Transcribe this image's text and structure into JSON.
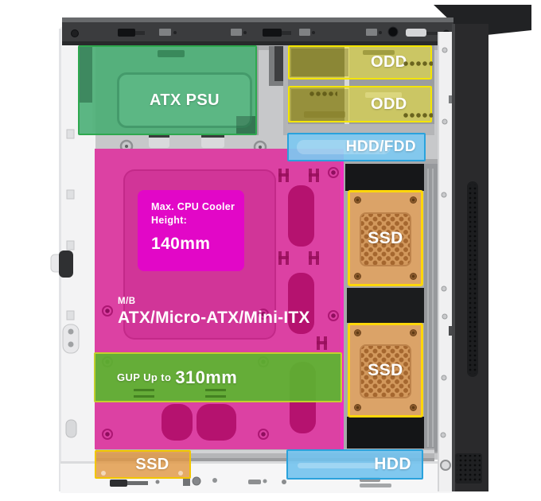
{
  "title": "PC case internal component compatibility diagram",
  "regions": {
    "atx_psu": {
      "label": "ATX PSU",
      "color": "#2fa84f"
    },
    "odd_top": {
      "label": "ODD",
      "color": "#f4e500"
    },
    "odd_bottom": {
      "label": "ODD",
      "color": "#f4e500"
    },
    "hdd_fdd": {
      "label": "HDD/FDD",
      "color": "#2aa2dc"
    },
    "motherboard": {
      "small_label": "M/B",
      "formats": "ATX/Micro-ATX/Mini-ITX",
      "cpu_line1": "Max. CPU Cooler",
      "cpu_line2": "Height:",
      "cpu_value": "140mm",
      "color": "#dc41a3"
    },
    "gpu": {
      "prefix": "GUP Up to ",
      "value": "310mm",
      "color": "#58b92a"
    },
    "ssd_upper": {
      "label": "SSD",
      "color": "#ffd60a"
    },
    "ssd_lower": {
      "label": "SSD",
      "color": "#ffd60a"
    },
    "ssd_bottom": {
      "label": "SSD",
      "color": "#f2c600"
    },
    "hdd_bottom": {
      "label": "HDD",
      "color": "#2aa2dc"
    }
  }
}
